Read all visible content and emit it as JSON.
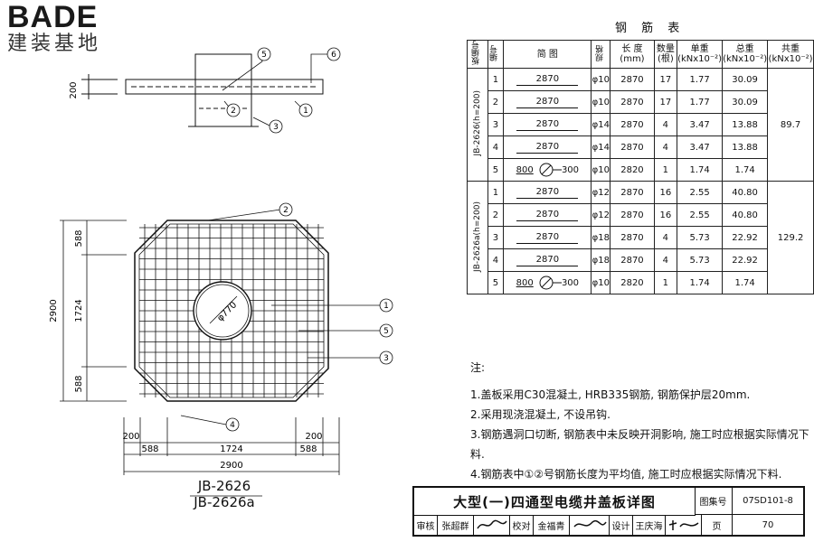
{
  "logo": {
    "brand": "BADE",
    "sub": "建装基地"
  },
  "table": {
    "title": "钢 筋 表",
    "headers": {
      "type_no": "板编号",
      "no": "编号",
      "sketch": "简 图",
      "spec": "规格",
      "length": "长 度",
      "length_unit": "(mm)",
      "count": "数量",
      "count_unit": "(根)",
      "unit_weight": "单重",
      "unit_weight_unit": "(kNx10⁻²)",
      "total_weight": "总重",
      "total_weight_unit": "(kNx10⁻²)",
      "sum_weight": "共重",
      "sum_weight_unit": "(kNx10⁻²)"
    },
    "groups": [
      {
        "name": "JB-2626(h=200)",
        "sum": "89.7",
        "rows": [
          {
            "no": "1",
            "sketch": "2870",
            "spec": "φ10",
            "len": "2870",
            "cnt": "17",
            "uw": "1.77",
            "tw": "30.09"
          },
          {
            "no": "2",
            "sketch": "2870",
            "spec": "φ10",
            "len": "2870",
            "cnt": "17",
            "uw": "1.77",
            "tw": "30.09"
          },
          {
            "no": "3",
            "sketch": "2870",
            "spec": "φ14",
            "len": "2870",
            "cnt": "4",
            "uw": "3.47",
            "tw": "13.88"
          },
          {
            "no": "4",
            "sketch": "2870",
            "spec": "φ14",
            "len": "2870",
            "cnt": "4",
            "uw": "3.47",
            "tw": "13.88"
          },
          {
            "no": "5",
            "sketch": "800|300",
            "spec": "φ10",
            "len": "2820",
            "cnt": "1",
            "uw": "1.74",
            "tw": "1.74"
          }
        ]
      },
      {
        "name": "JB-2626a(h=200)",
        "sum": "129.2",
        "rows": [
          {
            "no": "1",
            "sketch": "2870",
            "spec": "φ12",
            "len": "2870",
            "cnt": "16",
            "uw": "2.55",
            "tw": "40.80"
          },
          {
            "no": "2",
            "sketch": "2870",
            "spec": "φ12",
            "len": "2870",
            "cnt": "16",
            "uw": "2.55",
            "tw": "40.80"
          },
          {
            "no": "3",
            "sketch": "2870",
            "spec": "φ18",
            "len": "2870",
            "cnt": "4",
            "uw": "5.73",
            "tw": "22.92"
          },
          {
            "no": "4",
            "sketch": "2870",
            "spec": "φ18",
            "len": "2870",
            "cnt": "4",
            "uw": "5.73",
            "tw": "22.92"
          },
          {
            "no": "5",
            "sketch": "800|300",
            "spec": "φ10",
            "len": "2820",
            "cnt": "1",
            "uw": "1.74",
            "tw": "1.74"
          }
        ]
      }
    ]
  },
  "notes": {
    "heading": "注:",
    "items": [
      "1.盖板采用C30混凝土, HRB335钢筋, 钢筋保护层20mm.",
      "2.采用现浇混凝土, 不设吊钩.",
      "3.钢筋遇洞口切断, 钢筋表中未反映开洞影响, 施工时应根据实际情况下料.",
      "4.钢筋表中①②号钢筋长度为平均值, 施工时应根据实际情况下料."
    ]
  },
  "drawing": {
    "section_dim": "200",
    "dims_vertical": [
      "588",
      "1724",
      "588"
    ],
    "dim_vertical_total": "2900",
    "dims_horizontal": [
      "588",
      "1724",
      "588"
    ],
    "dim_horizontal_small": [
      "200",
      "200"
    ],
    "dim_horizontal_total": "2900",
    "hole_label": "φ770",
    "callouts": [
      "1",
      "2",
      "3",
      "4",
      "5",
      "6"
    ],
    "label_top": "JB-2626",
    "label_bottom": "JB-2626a"
  },
  "titleblock": {
    "title": "大型(一)四通型电缆井盖板详图",
    "atlas_label": "图集号",
    "atlas_no": "07SD101-8",
    "review_label": "审核",
    "review_name": "张超群",
    "check_label": "校对",
    "check_name": "金福青",
    "design_label": "设计",
    "design_name": "王庆海",
    "page_label": "页",
    "page_no": "70"
  }
}
